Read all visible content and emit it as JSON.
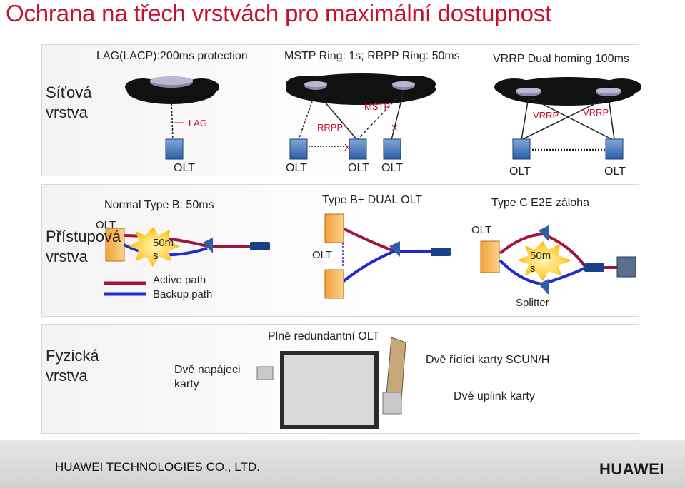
{
  "title": "Ochrana na třech vrstvách pro maximální dostupnost",
  "network": {
    "layer_label": "Síťová vrstva",
    "lag_heading": "LAG(LACP):200ms protection",
    "ring_heading": "MSTP Ring: 1s; RRPP Ring: 50ms",
    "vrrp_heading": "VRRP Dual homing 100ms",
    "lag_label": "LAG",
    "rrpp_label": "RRPP",
    "mstp_label": "MSTP",
    "vrrp_label_1": "VRRP",
    "vrrp_label_2": "VRRP",
    "block_mark_1": "X",
    "block_mark_2": "X",
    "olt_labels": [
      "OLT",
      "OLT",
      "OLT",
      "OLT",
      "OLT",
      "OLT"
    ]
  },
  "access": {
    "layer_label": "Přístupová vrstva",
    "type_b": "Normal Type B: 50ms",
    "type_b_plus": "Type B+ DUAL OLT",
    "type_c": "Type C E2E záloha",
    "olt_1": "OLT",
    "olt_2": "OLT",
    "olt_3": "OLT",
    "burst_1": "50m s",
    "burst_2": "50m s",
    "active_path": "Active path",
    "backup_path": "Backup path",
    "splitter": "Splitter",
    "active_color": "#a0153e",
    "backup_color": "#1f2bd0"
  },
  "physical": {
    "layer_label": "Fyzická vrstva",
    "power_cards": "Dvě napájeci karty",
    "redundant_olt": "Plně redundantní OLT",
    "control_cards": "Dvě řídící karty SCUN/H",
    "uplink_cards": "Dvě uplink karty"
  },
  "footer": {
    "company": "HUAWEI TECHNOLOGIES CO., LTD.",
    "brand": "HUAWEI",
    "brand_color": "#c8102e"
  }
}
